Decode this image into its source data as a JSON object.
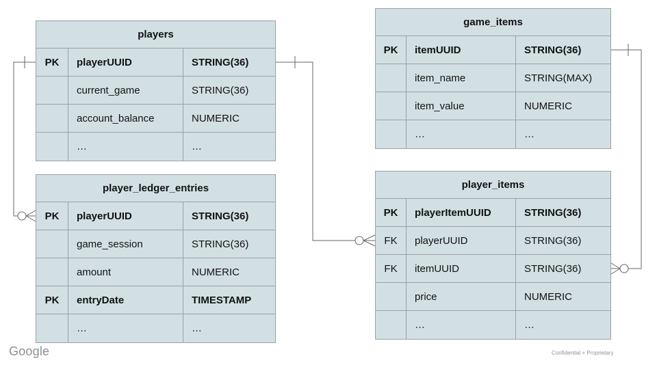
{
  "branding": {
    "logo_text": "Google",
    "footer_note": "Confidential + Proprietary"
  },
  "colors": {
    "table_fill": "#d3e0e3",
    "table_border": "#98a1a4",
    "connector_line": "#666666",
    "text": "#111111"
  },
  "tables": {
    "players": {
      "title": "players",
      "rows": [
        {
          "key": "PK",
          "name": "playerUUID",
          "type": "STRING(36)"
        },
        {
          "key": "",
          "name": "current_game",
          "type": "STRING(36)"
        },
        {
          "key": "",
          "name": "account_balance",
          "type": "NUMERIC"
        },
        {
          "key": "",
          "name": "…",
          "type": "…"
        }
      ]
    },
    "game_items": {
      "title": "game_items",
      "rows": [
        {
          "key": "PK",
          "name": "itemUUID",
          "type": "STRING(36)"
        },
        {
          "key": "",
          "name": "item_name",
          "type": "STRING(MAX)"
        },
        {
          "key": "",
          "name": "item_value",
          "type": "NUMERIC"
        },
        {
          "key": "",
          "name": "…",
          "type": "…"
        }
      ]
    },
    "player_ledger_entries": {
      "title": "player_ledger_entries",
      "rows": [
        {
          "key": "PK",
          "name": "playerUUID",
          "type": "STRING(36)"
        },
        {
          "key": "",
          "name": "game_session",
          "type": "STRING(36)"
        },
        {
          "key": "",
          "name": "amount",
          "type": "NUMERIC"
        },
        {
          "key": "PK",
          "name": "entryDate",
          "type": "TIMESTAMP"
        },
        {
          "key": "",
          "name": "…",
          "type": "…"
        }
      ]
    },
    "player_items": {
      "title": "player_items",
      "rows": [
        {
          "key": "PK",
          "name": "playerItemUUID",
          "type": "STRING(36)"
        },
        {
          "key": "FK",
          "name": "playerUUID",
          "type": "STRING(36)"
        },
        {
          "key": "FK",
          "name": "itemUUID",
          "type": "STRING(36)"
        },
        {
          "key": "",
          "name": "price",
          "type": "NUMERIC"
        },
        {
          "key": "",
          "name": "…",
          "type": "…"
        }
      ]
    }
  },
  "relationships": [
    {
      "from": "players.playerUUID",
      "to": "player_ledger_entries.playerUUID",
      "from_cardinality": "one",
      "to_cardinality": "zero-or-many"
    },
    {
      "from": "players.playerUUID",
      "to": "player_items.playerUUID",
      "from_cardinality": "one",
      "to_cardinality": "zero-or-many"
    },
    {
      "from": "game_items.itemUUID",
      "to": "player_items.itemUUID",
      "from_cardinality": "one",
      "to_cardinality": "zero-or-many"
    }
  ]
}
